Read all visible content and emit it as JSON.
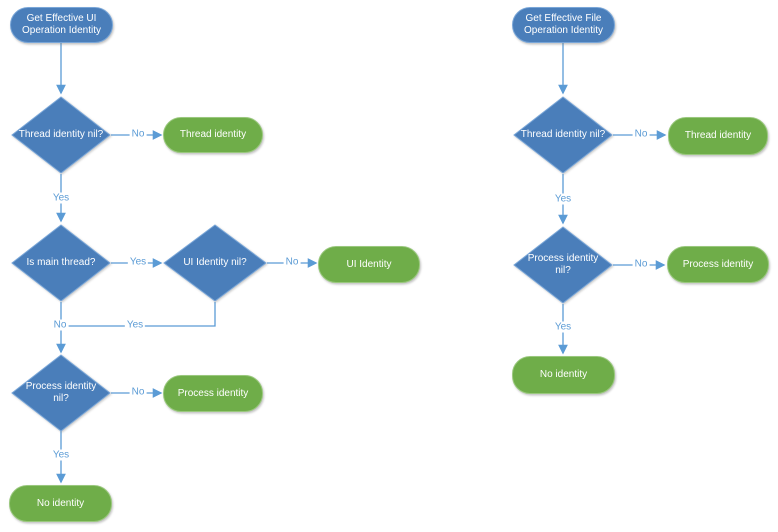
{
  "palette": {
    "blue_fill": "#4A7EBA",
    "blue_border": "#79A6D8",
    "green_fill": "#6FAD49",
    "green_border": "#9AC87E",
    "connector": "#5B9BD5",
    "node_text": "#FFFFFF",
    "background": "#FFFFFF"
  },
  "labels": {
    "yes": "Yes",
    "no": "No"
  },
  "left_flow": {
    "start": "Get Effective UI Operation Identity",
    "thread_check": "Thread identity nil?",
    "thread_result": "Thread identity",
    "main_thread_check": "Is main thread?",
    "ui_check": "UI Identity nil?",
    "ui_result": "UI Identity",
    "process_check": "Process identity nil?",
    "process_result": "Process identity",
    "no_identity": "No identity"
  },
  "right_flow": {
    "start": "Get Effective File Operation Identity",
    "thread_check": "Thread identity nil?",
    "thread_result": "Thread identity",
    "process_check": "Process identity nil?",
    "process_result": "Process identity",
    "no_identity": "No identity"
  }
}
